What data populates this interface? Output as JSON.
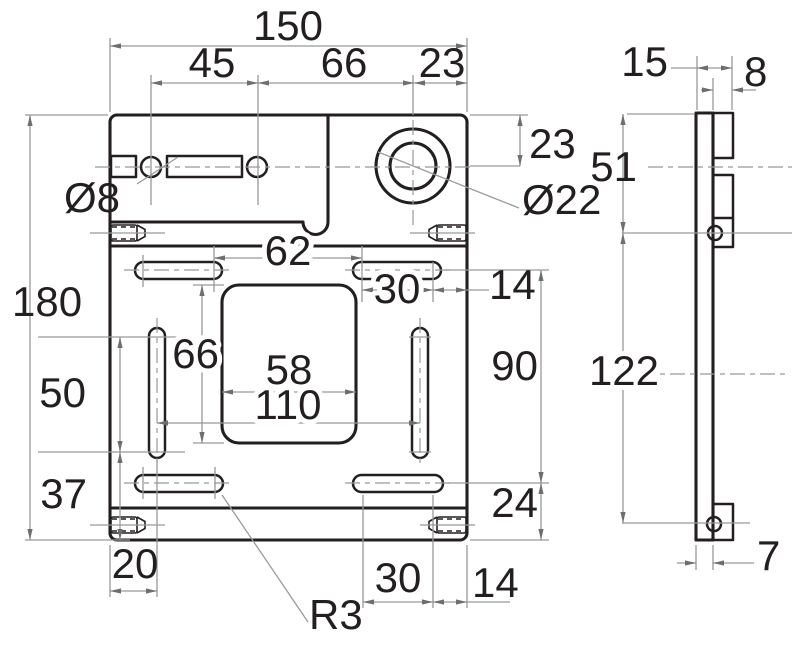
{
  "drawing": {
    "type": "mechanical-part-orthographic-views",
    "colors": {
      "edge_line": "#231f20",
      "dimension_line": "#97999c",
      "arrow": "#6d6e71",
      "background": "#ffffff",
      "text": "#231f20"
    },
    "front_view_dims": {
      "total_width": "150",
      "hole_pitch": "45",
      "hole_to_bore": "66",
      "bore_edge_offset": "23",
      "bore_top_offset": "23",
      "small_hole_dia": "Ø8",
      "bore_dia": "Ø22",
      "total_height": "180",
      "slot_inner_gap": "62",
      "top_slot_length": "30",
      "top_slot_edge_offset": "14",
      "window_height": "66",
      "window_width": "58",
      "vslot_pitch": "110",
      "vslot_length": "50",
      "vslot_bottom_offset": "37",
      "slot_row_pitch": "90",
      "bottom_slot_center_offset": "24",
      "bottom_left_offset": "20",
      "bottom_slot_length": "30",
      "bottom_slot_edge_offset": "14",
      "slot_end_radius": "R3"
    },
    "side_view_dims": {
      "flange_depth": "15",
      "boss_depth": "8",
      "top_hole_offset": "51",
      "side_hole_pitch": "122",
      "web_thickness": "7"
    }
  }
}
